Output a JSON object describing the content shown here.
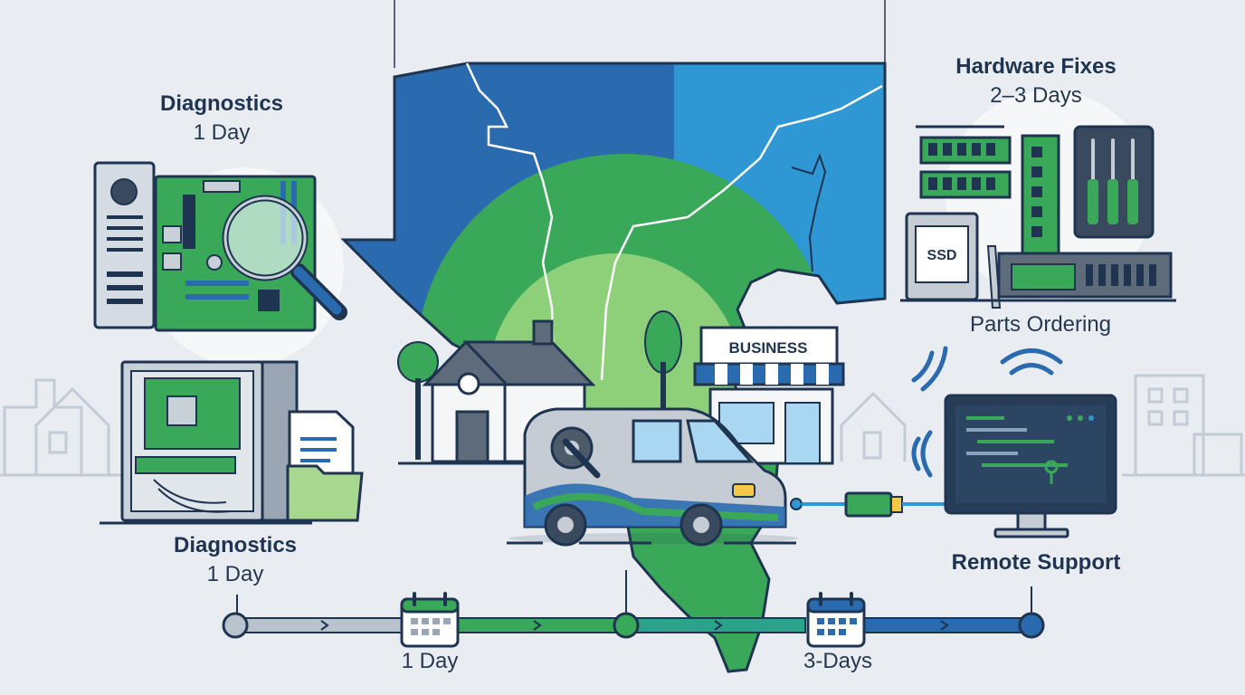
{
  "labels": {
    "diagnostics_top_title": "Diagnostics",
    "diagnostics_top_duration": "1 Day",
    "diagnostics_bottom_title": "Diagnostics",
    "diagnostics_bottom_duration": "1 Day",
    "hardware_title": "Hardware Fixes",
    "hardware_duration": "2–3 Days",
    "parts_ordering": "Parts Ordering",
    "remote_support": "Remote Support",
    "business_sign": "BUSINESS",
    "ssd_label": "SSD"
  },
  "timeline": {
    "label_1": "1 Day",
    "label_2": "3-Days"
  },
  "colors": {
    "navy": "#1f3450",
    "blue": "#2a6bb0",
    "light_blue": "#2f97d4",
    "green": "#3aa859",
    "light_green": "#8ed07a",
    "background": "#e9edf2"
  }
}
